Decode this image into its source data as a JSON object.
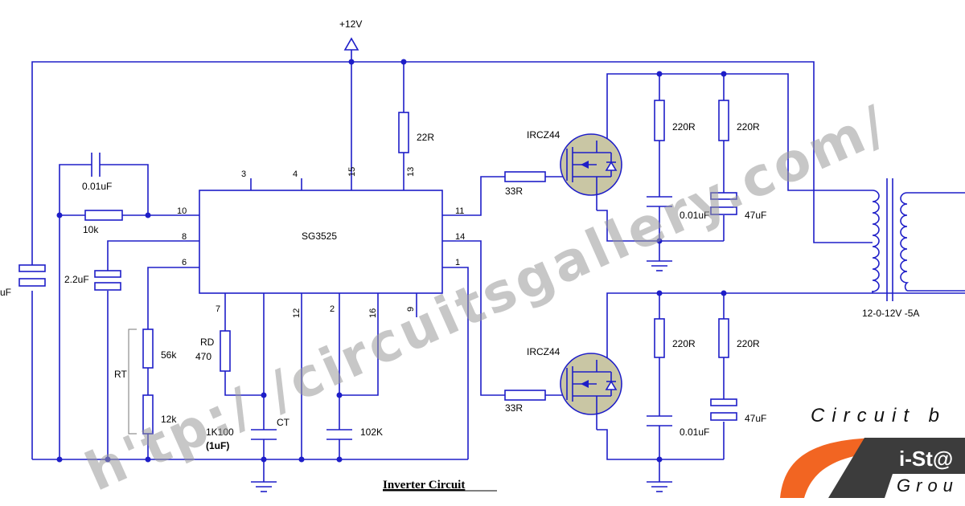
{
  "title": "Inverter Circuit",
  "supply": "+12V",
  "ic": {
    "name": "SG3525",
    "pins": {
      "p1": "1",
      "p2": "2",
      "p3": "3",
      "p4": "4",
      "p6": "6",
      "p7": "7",
      "p8": "8",
      "p9": "9",
      "p10": "10",
      "p11": "11",
      "p12": "12",
      "p13": "13",
      "p14": "14",
      "p15": "15",
      "p16": "16"
    }
  },
  "labels": {
    "c_001": "0.01uF",
    "r_10k": "10k",
    "c_22": "2.2uF",
    "c_left": "uF",
    "r_56k": "56k",
    "r_12k": "12k",
    "rt": "RT",
    "rd": "RD",
    "rd_val": "470",
    "ct_label": "CT",
    "ct_val1": "1K100",
    "ct_val2": "(1uF)",
    "c_102k": "102K",
    "r_22r": "22R",
    "r_33r_top": "33R",
    "r_33r_bot": "33R",
    "mos_top": "IRCZ44",
    "mos_bot": "IRCZ44",
    "r_220r_1": "220R",
    "r_220r_2": "220R",
    "r_220r_3": "220R",
    "r_220r_4": "220R",
    "c_001_top": "0.01uF",
    "c_47_top": "47uF",
    "c_001_bot": "0.01uF",
    "c_47_bot": "47uF",
    "transformer": "12-0-12V -5A"
  },
  "watermark": "h'tp:/ /circuitsgallery.com/",
  "brand": {
    "line1": "Circuit b",
    "line2": "i-St@",
    "line3": "Grou"
  },
  "colors": {
    "wire": "#1e1ec8",
    "mosfet_fill": "#c9c6a4",
    "brand_orange": "#f26522",
    "brand_dark": "#3c3c3c"
  }
}
